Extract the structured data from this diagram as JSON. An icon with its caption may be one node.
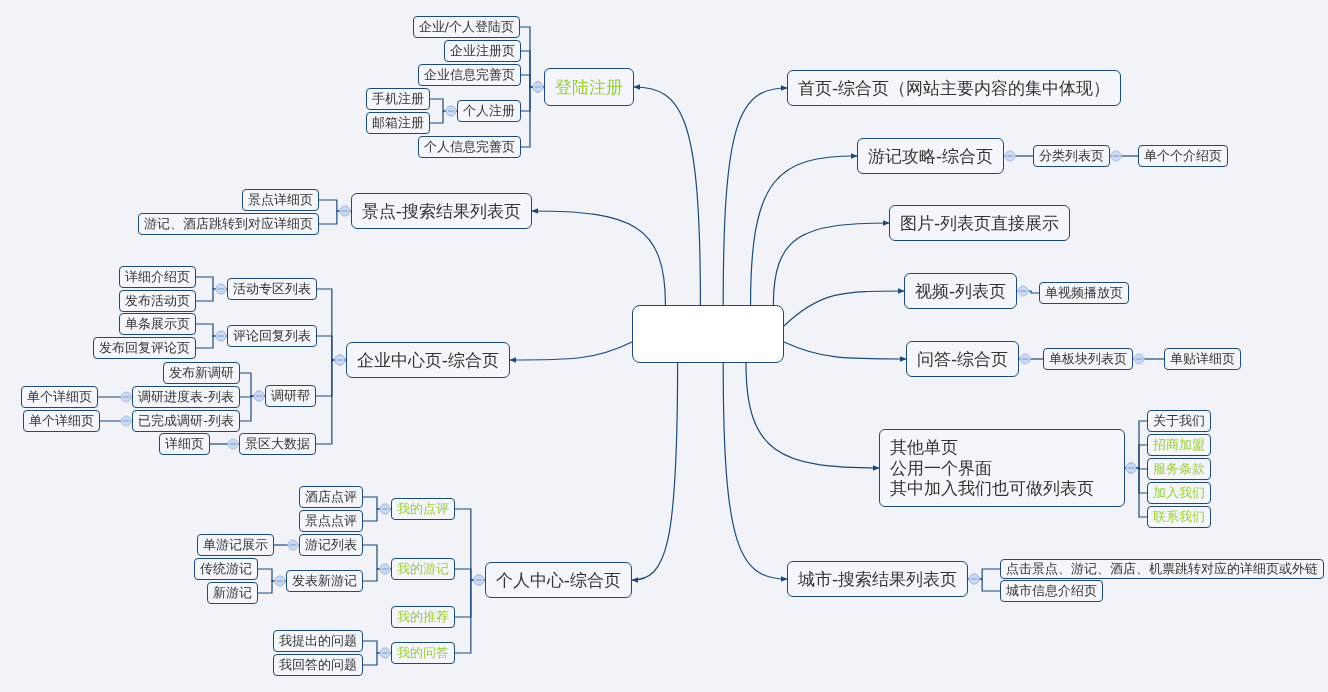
{
  "diagram": {
    "nodes": [
      {
        "text": [],
        "shape": "box"
      },
      {
        "text": [
          "登陆注册"
        ]
      },
      {
        "text": [
          "企业/个人登陆页"
        ]
      },
      {
        "text": [
          "企业注册页"
        ]
      },
      {
        "text": [
          "企业信息完善页"
        ]
      },
      {
        "text": [
          "个人注册"
        ]
      },
      {
        "text": [
          "手机注册"
        ]
      },
      {
        "text": [
          "邮箱注册"
        ]
      },
      {
        "text": [
          "个人信息完善页"
        ]
      },
      {
        "text": [
          "景点-搜索结果列表页"
        ]
      },
      {
        "text": [
          "景点详细页"
        ]
      },
      {
        "text": [
          "游记、酒店跳转到对应详细页"
        ]
      },
      {
        "text": [
          "企业中心页-综合页"
        ]
      },
      {
        "text": [
          "活动专区列表"
        ]
      },
      {
        "text": [
          "详细介绍页"
        ]
      },
      {
        "text": [
          "发布活动页"
        ]
      },
      {
        "text": [
          "评论回复列表"
        ]
      },
      {
        "text": [
          "单条展示页"
        ]
      },
      {
        "text": [
          "发布回复评论页"
        ]
      },
      {
        "text": [
          "调研帮"
        ]
      },
      {
        "text": [
          "发布新调研"
        ]
      },
      {
        "text": [
          "调研进度表-列表"
        ]
      },
      {
        "text": [
          "单个详细页"
        ]
      },
      {
        "text": [
          "已完成调研-列表"
        ]
      },
      {
        "text": [
          "单个详细页"
        ]
      },
      {
        "text": [
          "景区大数据"
        ]
      },
      {
        "text": [
          "详细页"
        ]
      },
      {
        "text": [
          "个人中心-综合页"
        ]
      },
      {
        "text": [
          "我的点评"
        ]
      },
      {
        "text": [
          "酒店点评"
        ]
      },
      {
        "text": [
          "景点点评"
        ]
      },
      {
        "text": [
          "我的游记"
        ]
      },
      {
        "text": [
          "游记列表"
        ]
      },
      {
        "text": [
          "单游记展示"
        ]
      },
      {
        "text": [
          "发表新游记"
        ]
      },
      {
        "text": [
          "传统游记"
        ]
      },
      {
        "text": [
          "新游记"
        ]
      },
      {
        "text": [
          "我的推荐"
        ]
      },
      {
        "text": [
          "我的问答"
        ]
      },
      {
        "text": [
          "我提出的问题"
        ]
      },
      {
        "text": [
          "我回答的问题"
        ]
      },
      {
        "text": [
          "首页-综合页（网站主要内容的集中体现）"
        ]
      },
      {
        "text": [
          "游记攻略-综合页"
        ]
      },
      {
        "text": [
          "分类列表页"
        ]
      },
      {
        "text": [
          "单个个介绍页"
        ]
      },
      {
        "text": [
          "图片-列表页直接展示"
        ]
      },
      {
        "text": [
          "视频-列表页"
        ]
      },
      {
        "text": [
          "单视频播放页"
        ]
      },
      {
        "text": [
          "问答-综合页"
        ]
      },
      {
        "text": [
          "单板块列表页"
        ]
      },
      {
        "text": [
          "单贴详细页"
        ]
      },
      {
        "text": [
          "其他单页",
          "公用一个界面",
          "其中加入我们也可做列表页"
        ]
      },
      {
        "text": [
          "关于我们"
        ]
      },
      {
        "text": [
          "招商加盟"
        ]
      },
      {
        "text": [
          "服务条款"
        ]
      },
      {
        "text": [
          "加入我们"
        ]
      },
      {
        "text": [
          "联系我们"
        ]
      },
      {
        "text": [
          "城市-搜索结果列表页"
        ]
      },
      {
        "text": [
          "点击景点、游记、酒店、机票跳转对应的详细页或外链"
        ]
      },
      {
        "text": [
          "城市信息介绍页"
        ]
      }
    ],
    "edges": [
      {
        "from": 0,
        "to": 1,
        "arrow": "to"
      },
      {
        "from": 1,
        "to": 2,
        "arrow": "other"
      },
      {
        "from": 1,
        "to": 3,
        "arrow": "other"
      },
      {
        "from": 1,
        "to": 4,
        "arrow": "other"
      },
      {
        "from": 1,
        "to": 5,
        "arrow": "other"
      },
      {
        "from": 5,
        "to": 6,
        "arrow": "other"
      },
      {
        "from": 5,
        "to": 7,
        "arrow": "other"
      },
      {
        "from": 1,
        "to": 8,
        "arrow": "other"
      },
      {
        "from": 0,
        "to": 9,
        "arrow": "to"
      },
      {
        "from": 9,
        "to": 10,
        "arrow": "other"
      },
      {
        "from": 9,
        "to": 11,
        "arrow": "other"
      },
      {
        "from": 0,
        "to": 12,
        "arrow": "to"
      },
      {
        "from": 12,
        "to": 13,
        "arrow": "other"
      },
      {
        "from": 13,
        "to": 14,
        "arrow": "other"
      },
      {
        "from": 13,
        "to": 15,
        "arrow": "other"
      },
      {
        "from": 12,
        "to": 16,
        "arrow": "other"
      },
      {
        "from": 16,
        "to": 17,
        "arrow": "other"
      },
      {
        "from": 16,
        "to": 18,
        "arrow": "other"
      },
      {
        "from": 12,
        "to": 19,
        "arrow": "other"
      },
      {
        "from": 19,
        "to": 20,
        "arrow": "other"
      },
      {
        "from": 19,
        "to": 21,
        "arrow": "other"
      },
      {
        "from": 21,
        "to": 22,
        "arrow": "other"
      },
      {
        "from": 19,
        "to": 23,
        "arrow": "other"
      },
      {
        "from": 23,
        "to": 24,
        "arrow": "other"
      },
      {
        "from": 12,
        "to": 25,
        "arrow": "other"
      },
      {
        "from": 25,
        "to": 26,
        "arrow": "other"
      },
      {
        "from": 0,
        "to": 27,
        "arrow": "to"
      },
      {
        "from": 27,
        "to": 28,
        "arrow": "other"
      },
      {
        "from": 28,
        "to": 29,
        "arrow": "other"
      },
      {
        "from": 28,
        "to": 30,
        "arrow": "other"
      },
      {
        "from": 27,
        "to": 31,
        "arrow": "other"
      },
      {
        "from": 31,
        "to": 32,
        "arrow": "other"
      },
      {
        "from": 32,
        "to": 33,
        "arrow": "other"
      },
      {
        "from": 31,
        "to": 34,
        "arrow": "other"
      },
      {
        "from": 34,
        "to": 35,
        "arrow": "other"
      },
      {
        "from": 34,
        "to": 36,
        "arrow": "other"
      },
      {
        "from": 27,
        "to": 37,
        "arrow": "other"
      },
      {
        "from": 27,
        "to": 38,
        "arrow": "other"
      },
      {
        "from": 38,
        "to": 39,
        "arrow": "other"
      },
      {
        "from": 38,
        "to": 40,
        "arrow": "other"
      },
      {
        "from": 0,
        "to": 41,
        "arrow": "to"
      },
      {
        "from": 0,
        "to": 42,
        "arrow": "to"
      },
      {
        "from": 42,
        "to": 43,
        "arrow": "other"
      },
      {
        "from": 43,
        "to": 44,
        "arrow": "other"
      },
      {
        "from": 0,
        "to": 45,
        "arrow": "to"
      },
      {
        "from": 0,
        "to": 46,
        "arrow": "to"
      },
      {
        "from": 46,
        "to": 47,
        "arrow": "other"
      },
      {
        "from": 0,
        "to": 48,
        "arrow": "to"
      },
      {
        "from": 48,
        "to": 49,
        "arrow": "other"
      },
      {
        "from": 49,
        "to": 50,
        "arrow": "other"
      },
      {
        "from": 0,
        "to": 51,
        "arrow": "to"
      },
      {
        "from": 51,
        "to": 52,
        "arrow": "other"
      },
      {
        "from": 51,
        "to": 53,
        "arrow": "other"
      },
      {
        "from": 51,
        "to": 54,
        "arrow": "other"
      },
      {
        "from": 51,
        "to": 55,
        "arrow": "other"
      },
      {
        "from": 51,
        "to": 56,
        "arrow": "other"
      },
      {
        "from": 0,
        "to": 57,
        "arrow": "to"
      },
      {
        "from": 57,
        "to": 58,
        "arrow": "other"
      },
      {
        "from": 57,
        "to": 59,
        "arrow": "other"
      }
    ]
  }
}
